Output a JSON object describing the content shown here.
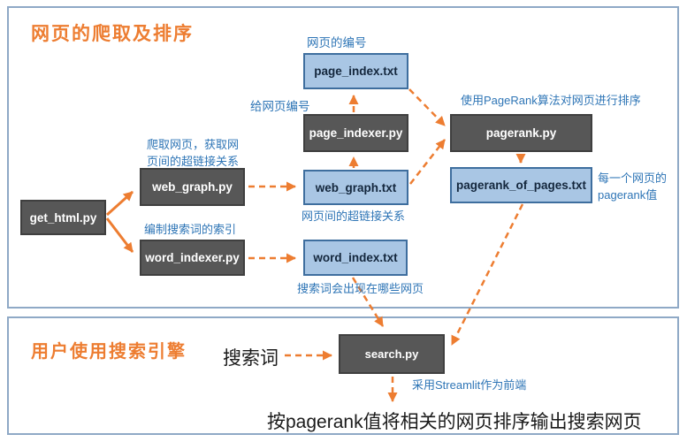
{
  "sections": {
    "crawl_rank": {
      "title": "网页的爬取及排序"
    },
    "user_search": {
      "title": "用户使用搜索引擎"
    }
  },
  "nodes": {
    "get_html_py": {
      "label": "get_html.py"
    },
    "web_graph_py": {
      "label": "web_graph.py"
    },
    "word_indexer_py": {
      "label": "word_indexer.py"
    },
    "page_index_txt": {
      "label": "page_index.txt"
    },
    "page_indexer_py": {
      "label": "page_indexer.py"
    },
    "web_graph_txt": {
      "label": "web_graph.txt"
    },
    "word_index_txt": {
      "label": "word_index.txt"
    },
    "pagerank_py": {
      "label": "pagerank.py"
    },
    "pagerank_of_pages_txt": {
      "label": "pagerank_of_pages.txt"
    },
    "search_py": {
      "label": "search.py"
    }
  },
  "annotations": {
    "page_numbering": "网页的编号",
    "assign_page_numbers": "给网页编号",
    "crawl_note": "爬取网页，获取网\n页间的超链接关系",
    "build_word_index": "编制搜索词的索引",
    "hyperlink_relations": "网页间的超链接关系",
    "word_in_pages": "搜索词会出现在哪些网页",
    "pagerank_sort": "使用PageRank算法对网页进行排序",
    "pagerank_value": "每一个网页的\npagerank值",
    "streamlit_frontend": "采用Streamlit作为前端",
    "search_term": "搜索词",
    "output_result": "按pagerank值将相关的网页排序输出搜索网页"
  },
  "colors": {
    "accent_orange": "#ED7D31",
    "annotation_blue": "#2E75B6",
    "dark_box_fill": "#575757",
    "blue_box_fill": "#A9C6E4",
    "blue_box_border": "#3E6E9E",
    "frame_border": "#8FA9C6"
  }
}
